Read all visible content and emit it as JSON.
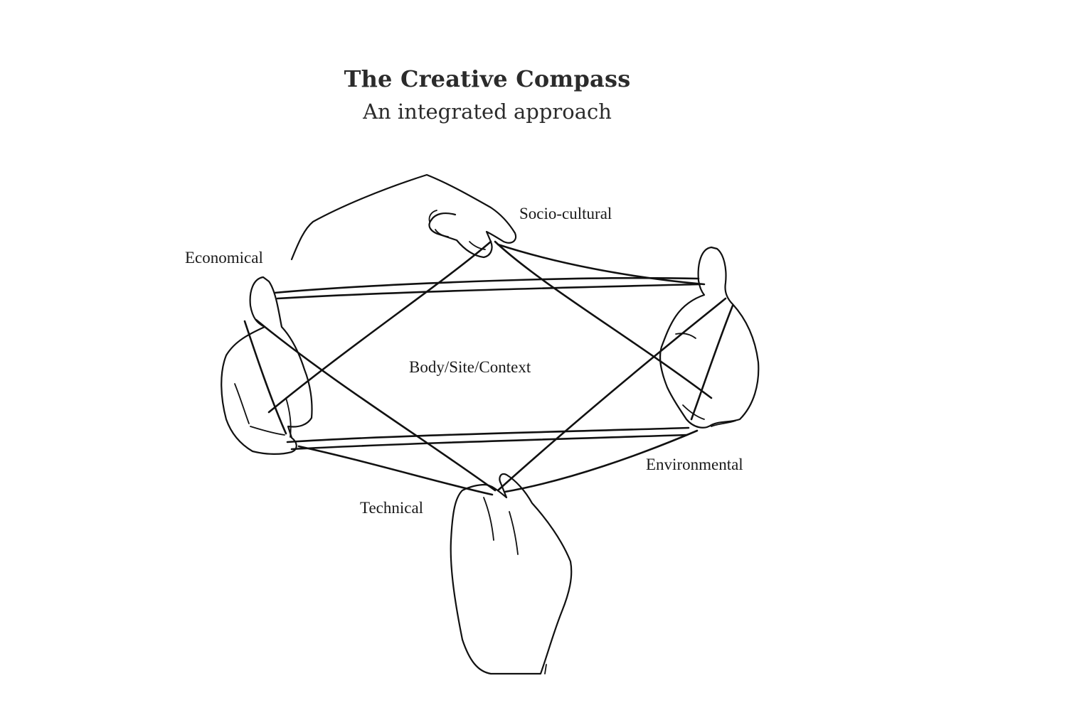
{
  "header": {
    "title": "The Creative Compass",
    "subtitle": "An integrated approach"
  },
  "labels": {
    "top": "Socio-cultural",
    "left": "Economical",
    "center": "Body/Site/Context",
    "right": "Environmental",
    "bottom": "Technical"
  },
  "colors": {
    "ink": "#111111",
    "text": "#2b2b2b",
    "background": "#ffffff"
  }
}
